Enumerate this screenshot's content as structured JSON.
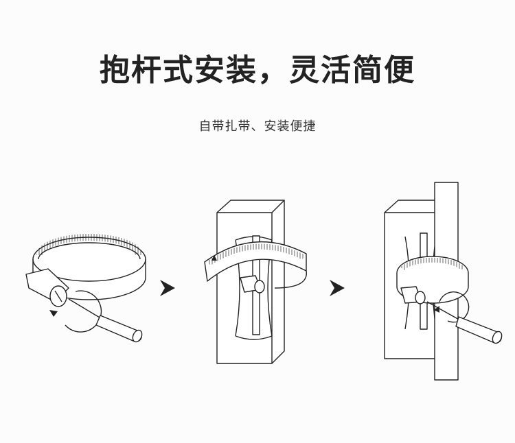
{
  "header": {
    "title": "抱杆式安装，灵活简便",
    "subtitle": "自带扎带、安装便捷"
  },
  "steps": [
    {
      "icon": "hose-clamp-with-screwdriver"
    },
    {
      "icon": "clamp-wrapped-on-bracket"
    },
    {
      "icon": "clamp-tightened-on-pole"
    }
  ],
  "colors": {
    "text": "#222222",
    "background": "#fcfcfc"
  }
}
